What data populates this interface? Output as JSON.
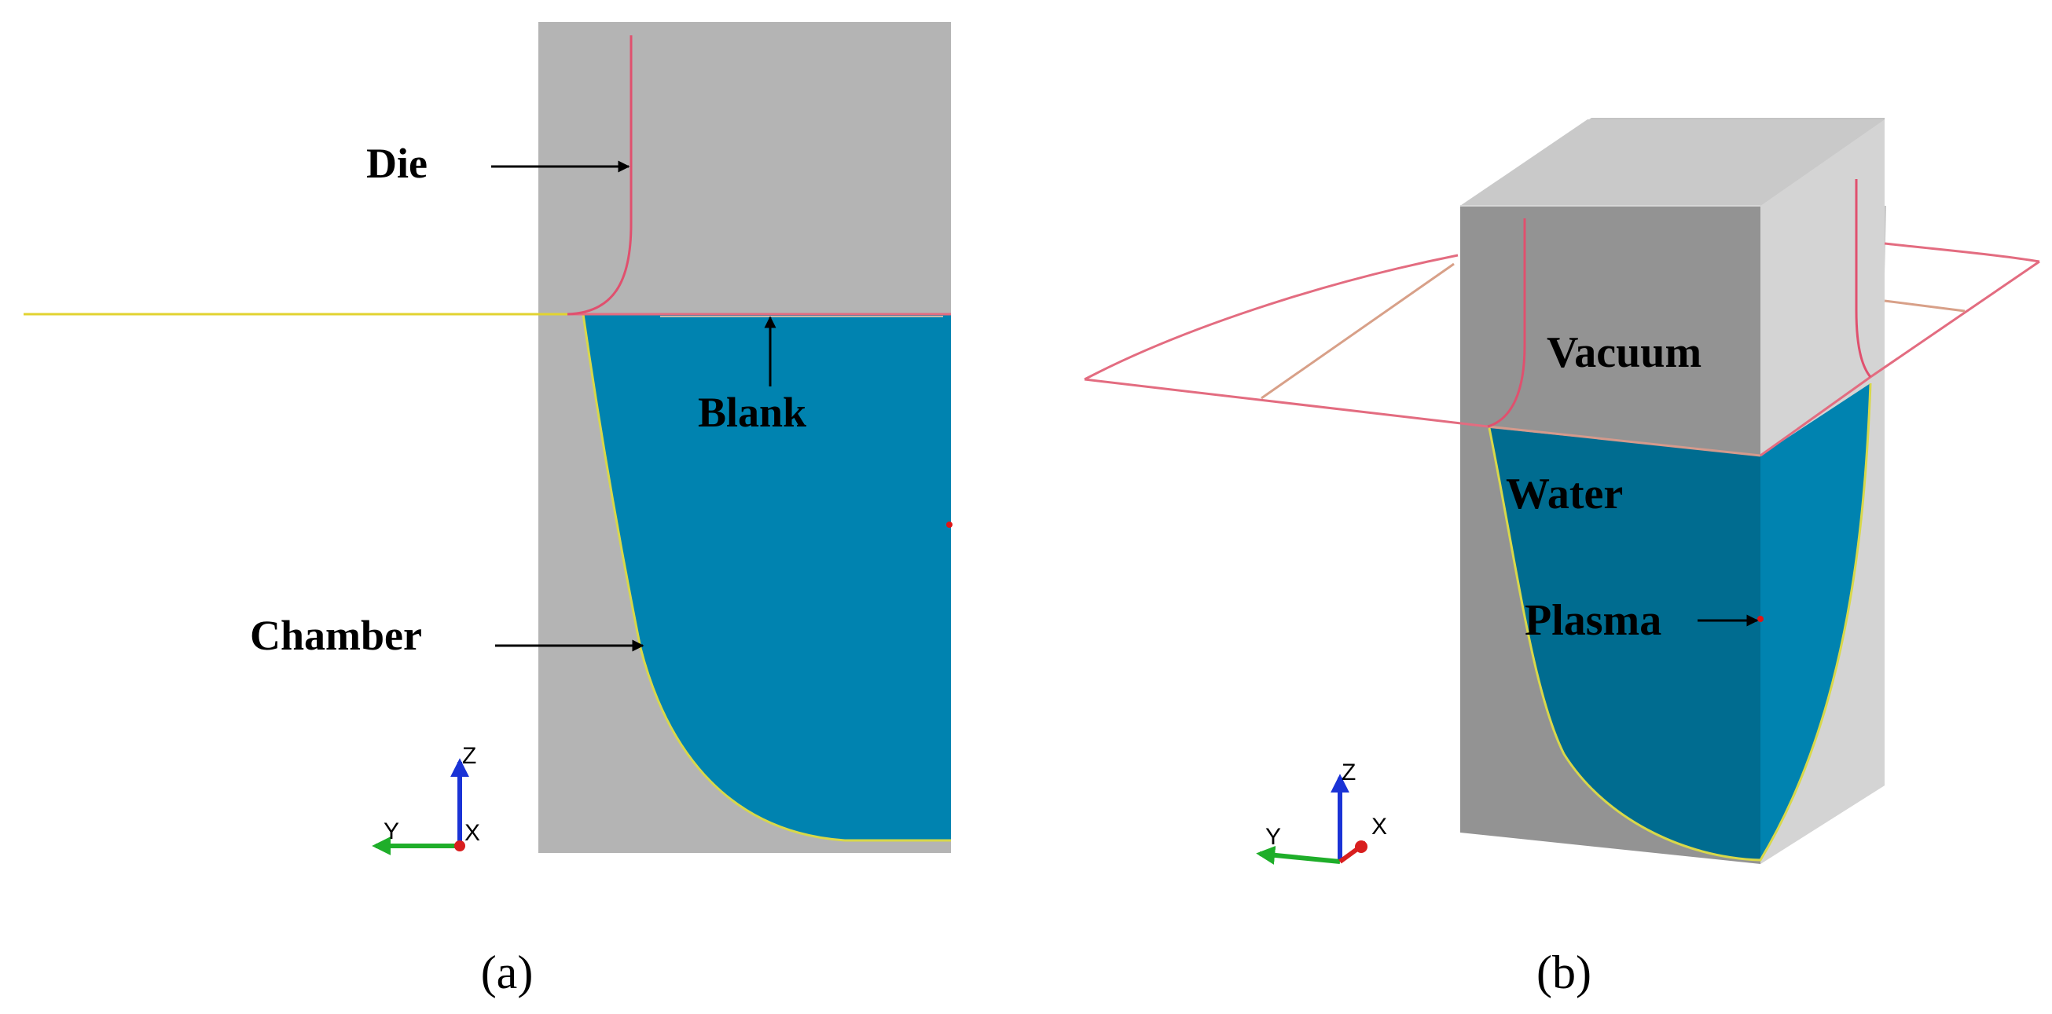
{
  "panel_a": {
    "labels": {
      "die": "Die",
      "blank": "Blank",
      "chamber": "Chamber"
    },
    "axes": {
      "z": "Z",
      "y": "Y",
      "x": "X"
    },
    "caption": "(a)"
  },
  "panel_b": {
    "labels": {
      "vacuum": "Vacuum",
      "water": "Water",
      "plasma": "Plasma"
    },
    "axes": {
      "z": "Z",
      "y": "Y",
      "x": "X"
    },
    "caption": "(b)"
  },
  "colors": {
    "die_gray": "#b4b4b4",
    "water_blue": "#0083b0",
    "water_dark": "#006c90",
    "block_front": "#939393",
    "block_top": "#c6c6c6",
    "block_side": "#d2d2d2",
    "blank_outline": "#e36c80",
    "chamber_outline": "#d8d84a"
  }
}
